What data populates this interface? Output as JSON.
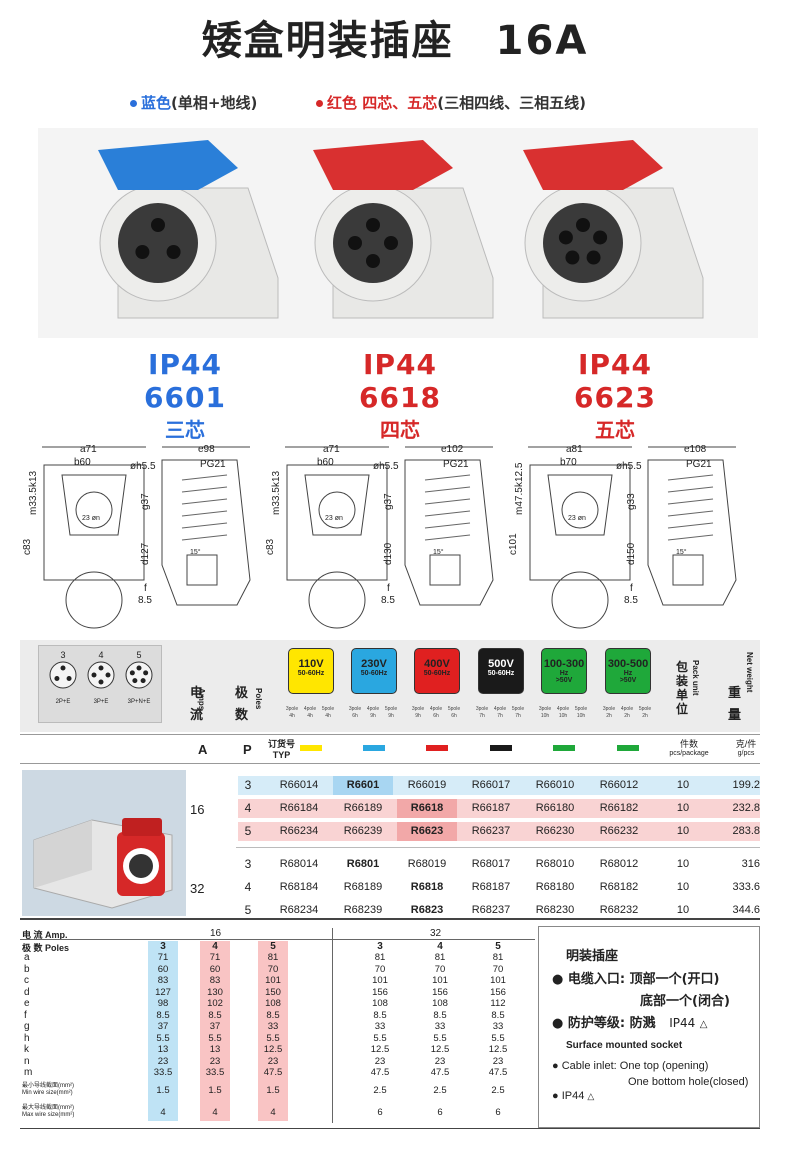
{
  "title": "矮盒明装插座　16A",
  "legend": {
    "blue_color": "#2a6fdb",
    "red_color": "#d62828",
    "blue_label": "蓝色",
    "blue_desc": "(单相+地线)",
    "red_label": "红色 四芯、五芯",
    "red_desc": "(三相四线、三相五线)"
  },
  "models": [
    {
      "code": "IP44  6601",
      "cores": "三芯",
      "color": "#2a6fdb"
    },
    {
      "code": "IP44  6618",
      "cores": "四芯",
      "color": "#d62828"
    },
    {
      "code": "IP44  6623",
      "cores": "五芯",
      "color": "#d62828"
    }
  ],
  "drawings": [
    {
      "a": "a71",
      "b": "b60",
      "k": "k13",
      "m": "m33.5",
      "c": "c83",
      "e": "e98",
      "h": "øh5.5",
      "pg": "PG21",
      "g": "g37",
      "d": "d127",
      "f": "f",
      "f2": "8.5",
      "n": "23 øn",
      "ang": "15°"
    },
    {
      "a": "a71",
      "b": "b60",
      "k": "k13",
      "m": "m33.5",
      "c": "c83",
      "e": "e102",
      "h": "øh5.5",
      "pg": "PG21",
      "g": "g37",
      "d": "d130",
      "f": "f",
      "f2": "8.5",
      "n": "23 øn",
      "ang": "15°"
    },
    {
      "a": "a81",
      "b": "b70",
      "k": "k12.5",
      "m": "m47.5",
      "c": "c101",
      "e": "e108",
      "h": "øh5.5",
      "pg": "PG21",
      "g": "g33",
      "d": "d150",
      "f": "f",
      "f2": "8.5",
      "n": "23 øn",
      "ang": "15°"
    }
  ],
  "pole_icons": [
    {
      "num": "3",
      "label": "2P+E"
    },
    {
      "num": "4",
      "label": "3P+E"
    },
    {
      "num": "5",
      "label": "3P+N+E"
    }
  ],
  "headers": {
    "current_cn": "电\n流",
    "current_en": "Amps",
    "poles_cn": "极\n数",
    "poles_en": "Poles",
    "pack_cn": "包装单位",
    "pack_en": "Pack unit",
    "weight_cn": "重\n量",
    "weight_en": "Net weight",
    "amp_unit": "A",
    "pole_unit": "P",
    "typ_cn": "订货号",
    "typ_en": "TYP",
    "pack_sub_cn": "件数",
    "pack_sub_en": "pcs/package",
    "weight_sub_cn": "克/件",
    "weight_sub_en": "g/pcs"
  },
  "voltages": [
    {
      "v": "110V",
      "hz": "50-60Hz",
      "bg": "#ffe600",
      "fg": "#222",
      "bar": "#ffe600",
      "poles": [
        "3pole",
        "4pole",
        "5pole"
      ],
      "hours": [
        "4h",
        "4h",
        "4h"
      ]
    },
    {
      "v": "230V",
      "hz": "50-60Hz",
      "bg": "#2aa7e0",
      "fg": "#222",
      "bar": "#2aa7e0",
      "poles": [
        "3pole",
        "4pole",
        "5pole"
      ],
      "hours": [
        "6h",
        "9h",
        "9h"
      ]
    },
    {
      "v": "400V",
      "hz": "50-60Hz",
      "bg": "#e02020",
      "fg": "#222",
      "bar": "#e02020",
      "poles": [
        "3pole",
        "4pole",
        "5pole"
      ],
      "hours": [
        "9h",
        "6h",
        "6h"
      ]
    },
    {
      "v": "500V",
      "hz": "50-60Hz",
      "bg": "#1a1a1a",
      "fg": "#fff",
      "bar": "#1a1a1a",
      "poles": [
        "3pole",
        "4pole",
        "5pole"
      ],
      "hours": [
        "7h",
        "7h",
        "7h"
      ]
    },
    {
      "v": "100-300",
      "hz": "Hz\n>50V",
      "bg": "#1fa83a",
      "fg": "#222",
      "bar": "#1fa83a",
      "poles": [
        "3pole",
        "4pole",
        "5pole"
      ],
      "hours": [
        "10h",
        "10h",
        "10h"
      ]
    },
    {
      "v": "300-500",
      "hz": "Hz\n>50V",
      "bg": "#1fa83a",
      "fg": "#222",
      "bar": "#1fa83a",
      "poles": [
        "3pole",
        "4pole",
        "5pole"
      ],
      "hours": [
        "2h",
        "2h",
        "2h"
      ]
    }
  ],
  "products": [
    {
      "amp": "16",
      "rows": [
        {
          "p": "3",
          "codes": [
            "R66014",
            "R6601",
            "R66019",
            "R66017",
            "R66010",
            "R66012"
          ],
          "pack": "10",
          "weight": "199.2",
          "hl": 1,
          "band": "#d6ecf8"
        },
        {
          "p": "4",
          "codes": [
            "R66184",
            "R66189",
            "R6618",
            "R66187",
            "R66180",
            "R66182"
          ],
          "pack": "10",
          "weight": "232.8",
          "hl": 2,
          "band": "#f9d3d3"
        },
        {
          "p": "5",
          "codes": [
            "R66234",
            "R66239",
            "R6623",
            "R66237",
            "R66230",
            "R66232"
          ],
          "pack": "10",
          "weight": "283.8",
          "hl": 2,
          "band": "#f9d3d3"
        }
      ]
    },
    {
      "amp": "32",
      "rows": [
        {
          "p": "3",
          "codes": [
            "R68014",
            "R6801",
            "R68019",
            "R68017",
            "R68010",
            "R68012"
          ],
          "pack": "10",
          "weight": "316",
          "hl": 1,
          "band": ""
        },
        {
          "p": "4",
          "codes": [
            "R68184",
            "R68189",
            "R6818",
            "R68187",
            "R68180",
            "R68182"
          ],
          "pack": "10",
          "weight": "333.6",
          "hl": 2,
          "band": ""
        },
        {
          "p": "5",
          "codes": [
            "R68234",
            "R68239",
            "R6823",
            "R68237",
            "R68230",
            "R68232"
          ],
          "pack": "10",
          "weight": "344.6",
          "hl": 2,
          "band": ""
        }
      ]
    }
  ],
  "dims": {
    "current_label": "电 流  Amp.",
    "poles_label": "极 数  Poles",
    "amp16": "16",
    "amp32": "32",
    "letters": [
      "a",
      "b",
      "c",
      "d",
      "e",
      "f",
      "g",
      "h",
      "k",
      "n",
      "m"
    ],
    "min_wire_cn": "最小导线截面(mm²)",
    "min_wire_en": "Min wire size(mm²)",
    "max_wire_cn": "最大导线截面(mm²)",
    "max_wire_en": "Max wire size(mm²)",
    "cols16": [
      {
        "p": "3",
        "vals": [
          "71",
          "60",
          "83",
          "127",
          "98",
          "8.5",
          "37",
          "5.5",
          "13",
          "23",
          "33.5"
        ],
        "min": "1.5",
        "max": "4"
      },
      {
        "p": "4",
        "vals": [
          "71",
          "60",
          "83",
          "130",
          "102",
          "8.5",
          "37",
          "5.5",
          "13",
          "23",
          "33.5"
        ],
        "min": "1.5",
        "max": "4"
      },
      {
        "p": "5",
        "vals": [
          "81",
          "70",
          "101",
          "150",
          "108",
          "8.5",
          "33",
          "5.5",
          "12.5",
          "23",
          "47.5"
        ],
        "min": "1.5",
        "max": "4"
      }
    ],
    "cols32": [
      {
        "p": "3",
        "vals": [
          "81",
          "70",
          "101",
          "156",
          "108",
          "8.5",
          "33",
          "5.5",
          "12.5",
          "23",
          "47.5"
        ],
        "min": "2.5",
        "max": "6"
      },
      {
        "p": "4",
        "vals": [
          "81",
          "70",
          "101",
          "156",
          "108",
          "8.5",
          "33",
          "5.5",
          "12.5",
          "23",
          "47.5"
        ],
        "min": "2.5",
        "max": "6"
      },
      {
        "p": "5",
        "vals": [
          "81",
          "70",
          "101",
          "156",
          "112",
          "8.5",
          "33",
          "5.5",
          "12.5",
          "23",
          "47.5"
        ],
        "min": "2.5",
        "max": "6"
      }
    ]
  },
  "spec_panel": {
    "title_cn": "明装插座",
    "cable_cn_label": "电缆入口:",
    "cable_cn_1": "顶部一个(开口)",
    "cable_cn_2": "底部一个(闭合)",
    "protect_cn_label": "防护等级:",
    "protect_cn_val": "防溅",
    "ip_cn": "IP44",
    "title_en": "Surface mounted socket",
    "cable_en_1": "Cable inlet: One top (opening)",
    "cable_en_2": "One bottom hole(closed)",
    "ip_en": "IP44"
  }
}
